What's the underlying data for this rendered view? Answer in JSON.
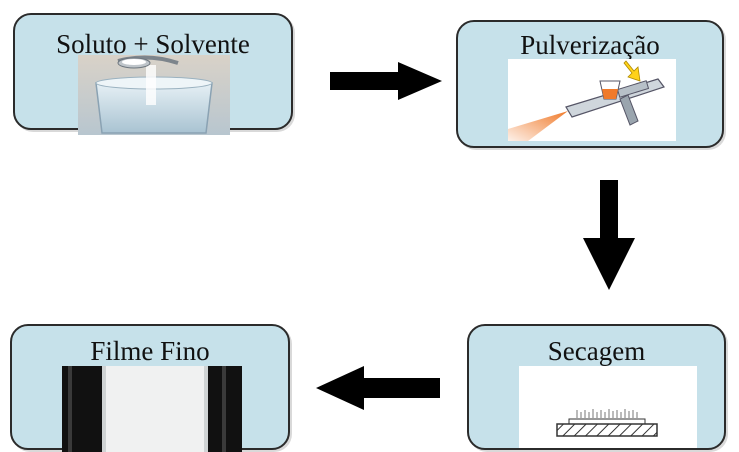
{
  "diagram": {
    "steps": [
      {
        "label": "Soluto + Solvente",
        "icon": "beaker-spoon-icon"
      },
      {
        "label": "Pulverização",
        "icon": "spray-gun-icon"
      },
      {
        "label": "Secagem",
        "icon": "drying-plate-icon"
      },
      {
        "label": "Filme Fino",
        "icon": "thin-film-icon"
      }
    ],
    "colors": {
      "box_fill": "#c6e1ea",
      "box_border": "#2b2b2b",
      "arrow": "#000000",
      "spray": "#f07a2a"
    }
  }
}
